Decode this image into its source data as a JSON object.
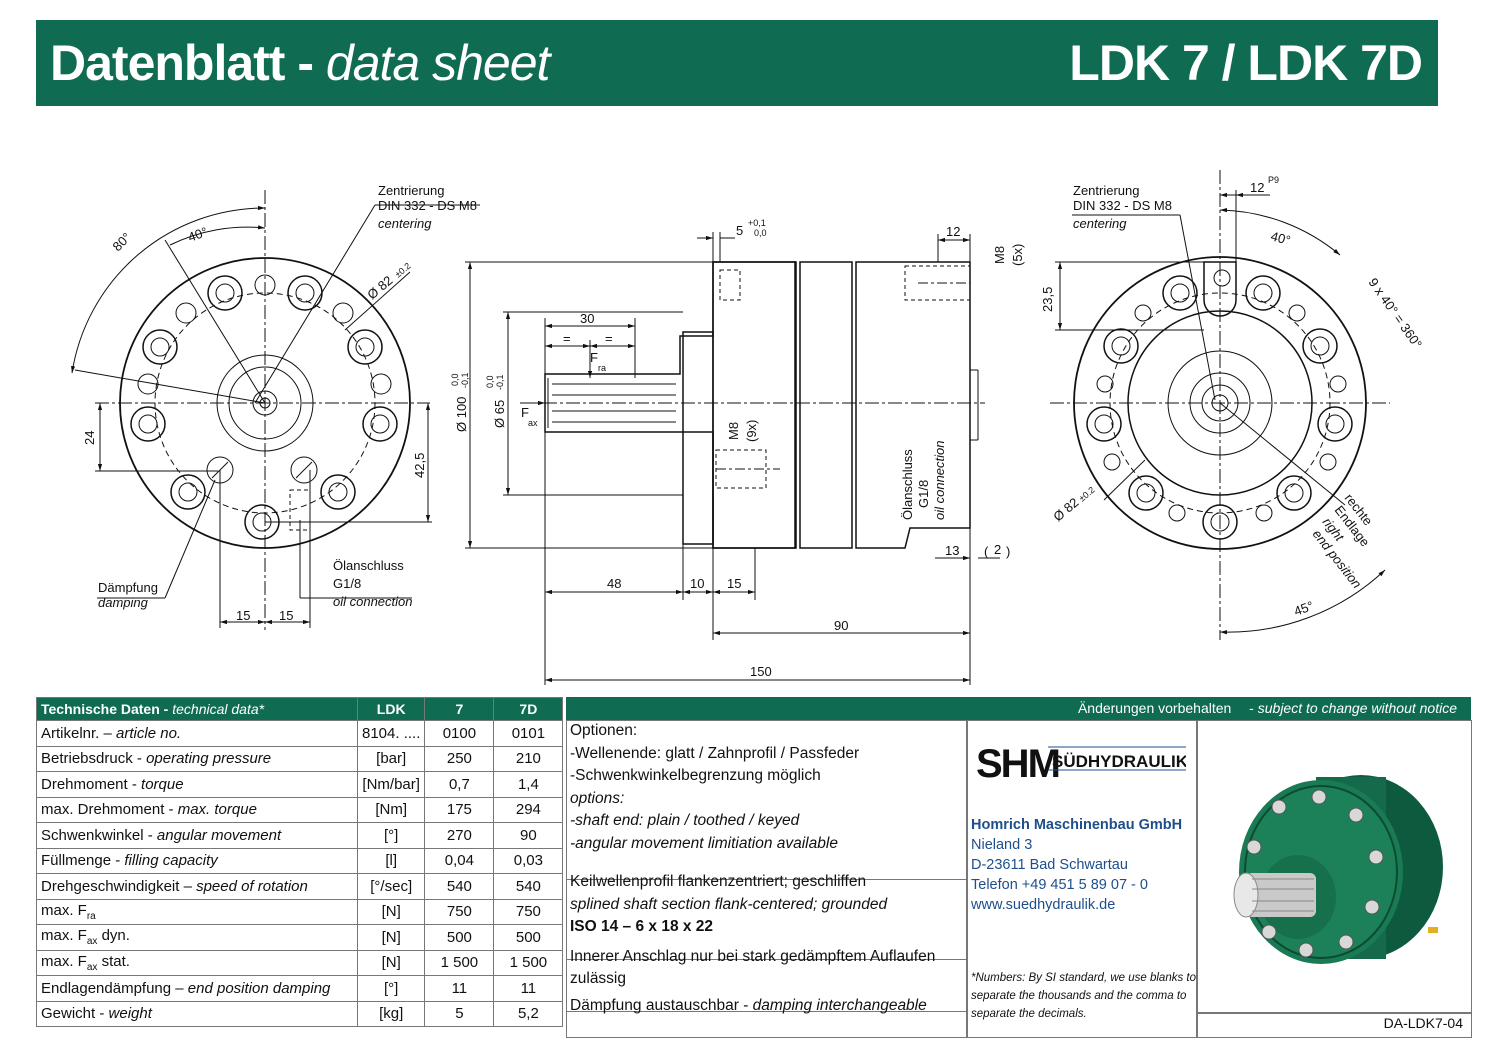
{
  "header": {
    "title_de": "Datenblatt",
    "title_sep": " - ",
    "title_en": "data sheet",
    "model": "LDK 7 / LDK 7D"
  },
  "drawing": {
    "left_view": {
      "centering_de": "Zentrierung",
      "centering_std": "DIN 332 - DS M8",
      "centering_en": "centering",
      "angle_80": "80°",
      "angle_40": "40°",
      "dia_82": "Ø 82",
      "dia_82_tol": "±0.2",
      "dim_24": "24",
      "dim_42_5": "42,5",
      "dim_15a": "15",
      "dim_15b": "15",
      "damping_de": "Dämpfung",
      "damping_en": "damping",
      "oil_de": "Ölanschluss",
      "oil_thread": "G1/8",
      "oil_en": "oil connection"
    },
    "side_view": {
      "dim_5": "5",
      "dim_5_tol_up": "+0,1",
      "dim_5_tol_lo": "0,0",
      "dim_12": "12",
      "m8_5x": "M8",
      "m8_5x_count": "(5x)",
      "dim_30": "30",
      "eq1": "=",
      "eq2": "=",
      "f": "F",
      "f_ra_sub": "ra",
      "f_ax_sub": "ax",
      "dia_100": "Ø 100",
      "dia_100_tol_up": "0,0",
      "dia_100_tol_lo": "-0,1",
      "dia_65": "Ø 65",
      "dia_65_tol_up": "0,0",
      "dia_65_tol_lo": "-0,1",
      "m8_9x": "M8",
      "m8_9x_count": "(9x)",
      "oil_de": "Ölanschluss",
      "oil_thread": "G1/8",
      "oil_en": "oil connection",
      "dim_13": "13",
      "dim_2": "2",
      "dim_48": "48",
      "dim_10": "10",
      "dim_15": "15",
      "dim_90": "90",
      "dim_150": "150"
    },
    "right_view": {
      "centering_de": "Zentrierung",
      "centering_std": "DIN 332 - DS M8",
      "centering_en": "centering",
      "dim_12": "12",
      "dim_12_tol": "P9",
      "angle_40": "40°",
      "pitch": "9 x 40° = 360°",
      "dim_23_5": "23,5",
      "dia_82": "Ø 82",
      "dia_82_tol": "±0.2",
      "end_de1": "rechte",
      "end_de2": "Endlage",
      "end_en1": "right",
      "end_en2": "end position",
      "angle_45": "45°"
    }
  },
  "tech": {
    "header": {
      "label_de": "Technische Daten",
      "label_en": "technical data*",
      "col_unit": "LDK",
      "col_7": "7",
      "col_7d": "7D"
    },
    "notice_de": "Änderungen vorbehalten",
    "notice_en": "subject to change without notice",
    "rows": [
      {
        "de": "Artikelnr.",
        "sep": " – ",
        "en": "article no.",
        "unit": "8104. ....",
        "v7": "0100",
        "v7d": "0101"
      },
      {
        "de": "Betriebsdruck",
        "sep": " - ",
        "en": "operating pressure",
        "unit": "[bar]",
        "v7": "250",
        "v7d": "210"
      },
      {
        "de": "Drehmoment",
        "sep": " - ",
        "en": "torque",
        "unit": "[Nm/bar]",
        "v7": "0,7",
        "v7d": "1,4"
      },
      {
        "de": "max. Drehmoment",
        "sep": " - ",
        "en": "max. torque",
        "unit": "[Nm]",
        "v7": "175",
        "v7d": "294"
      },
      {
        "de": "Schwenkwinkel",
        "sep": " - ",
        "en": "angular movement",
        "unit": "[°]",
        "v7": "270",
        "v7d": "90"
      },
      {
        "de": "Füllmenge",
        "sep": " - ",
        "en": "filling capacity",
        "unit": "[l]",
        "v7": "0,04",
        "v7d": "0,03"
      },
      {
        "de": "Drehgeschwindigkeit",
        "sep": " – ",
        "en": "speed of rotation",
        "unit": "[°/sec]",
        "v7": "540",
        "v7d": "540"
      },
      {
        "de": "max. F",
        "sub": "ra",
        "sep": "",
        "en": "",
        "unit": "[N]",
        "v7": "750",
        "v7d": "750"
      },
      {
        "de": "max. F",
        "sub": "ax",
        "tail": " dyn.",
        "sep": "",
        "en": "",
        "unit": "[N]",
        "v7": "500",
        "v7d": "500"
      },
      {
        "de": "max. F",
        "sub": "ax",
        "tail": " stat.",
        "sep": "",
        "en": "",
        "unit": "[N]",
        "v7": "1 500",
        "v7d": "1 500"
      },
      {
        "de": "Endlagendämpfung",
        "sep": " – ",
        "en": "end position damping",
        "unit": "[°]",
        "v7": "11",
        "v7d": "11"
      },
      {
        "de": "Gewicht",
        "sep": " - ",
        "en": "weight",
        "unit": "[kg]",
        "v7": "5",
        "v7d": "5,2"
      }
    ]
  },
  "options": {
    "title": "Optionen:",
    "de1": "-Wellenende: glatt / Zahnprofil / Passfeder",
    "de2": "-Schwenkwinkelbegrenzung möglich",
    "title_en": "options:",
    "en1": "-shaft end: plain / toothed / keyed",
    "en2": "-angular movement limitiation available",
    "spline_de": "Keilwellenprofil flankenzentriert; geschliffen",
    "spline_en": "splined shaft section flank-centered; grounded",
    "spline_iso": "ISO 14 – 6 x 18 x 22",
    "stop_de": "Innerer Anschlag nur bei stark gedämpftem Auflaufen zulässig",
    "damp_de": "Dämpfung austauschbar",
    "damp_sep": " - ",
    "damp_en": "damping interchangeable"
  },
  "company": {
    "logo_letters": "SHM",
    "logo_brand": "SÜDHYDRAULIK",
    "name": "Homrich Maschinenbau GmbH",
    "street": "Nieland 3",
    "city": "D-23611 Bad Schwartau",
    "phone": "Telefon +49 451 5 89 07 - 0",
    "web": "www.suedhydraulik.de"
  },
  "footnote": "*Numbers: By SI standard, we use blanks to separate the thousands and the comma to separate the decimals.",
  "doc_code": "DA-LDK7-04",
  "colors": {
    "brand": "#0f6b52",
    "product": "#1a6e4e"
  }
}
